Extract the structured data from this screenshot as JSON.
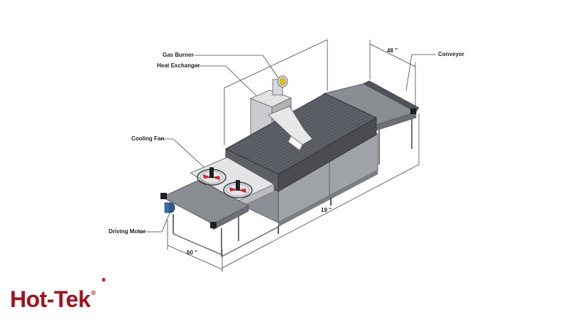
{
  "labels": {
    "gas_burner": "Gas Burner",
    "heat_exchanger": "Heat Exchanger",
    "cooling_fan": "Cooling Fan",
    "driving_motor": "Driving Motor",
    "conveyor": "Conveyor"
  },
  "dimensions": {
    "width": "48 ''",
    "length": "19 ''",
    "exit": "60 ''"
  },
  "brand": {
    "name": "Hot-Tek",
    "mark": "®"
  },
  "colors": {
    "brand": "#a3121c",
    "fan_red": "#d4202a",
    "steel": "#8a8d93"
  }
}
